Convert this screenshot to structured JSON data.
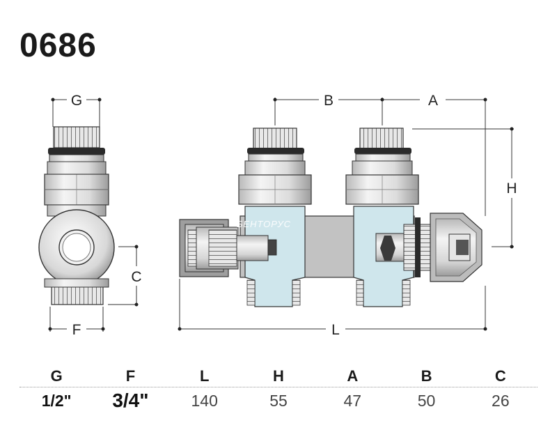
{
  "title": "0686",
  "watermark": "БЕНТОРУС",
  "dimensions": {
    "side_view": [
      "G",
      "C",
      "F"
    ],
    "front_view": [
      "B",
      "A",
      "H",
      "L"
    ]
  },
  "table": {
    "headers": [
      "G",
      "F",
      "L",
      "H",
      "A",
      "B",
      "C"
    ],
    "values": [
      "1/2\"",
      "3/4\"",
      "140",
      "55",
      "47",
      "50",
      "26"
    ]
  }
}
